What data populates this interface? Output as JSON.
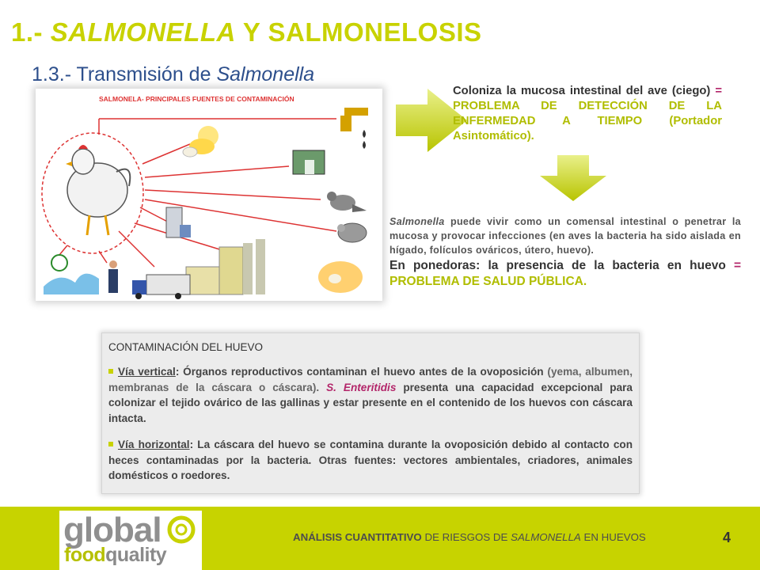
{
  "title": {
    "prefix": "1.- ",
    "emph": "SALMONELLA",
    "suffix": " Y SALMONELOSIS"
  },
  "subtitle": {
    "prefix": "1.3.- Transmisión de ",
    "emph": "Salmonella"
  },
  "diagram": {
    "heading": "SALMONELA- PRINCIPALES FUENTES DE CONTAMINACIÓN"
  },
  "colonize": {
    "part1": "Coloniza la mucosa intestinal del ave (ciego) ",
    "eq": "=",
    "part2": " PROBLEMA DE DETECCIÓN DE LA ENFERMEDAD A TIEMPO",
    "part3": " (Portador Asintomático)."
  },
  "salmonella_text": {
    "emph": "Salmonella",
    "p1": " puede vivir como un comensal intestinal o penetrar la mucosa y provocar infecciones (en aves la bacteria ha sido aislada en hígado, folículos ováricos, útero, huevo).",
    "p2a": "En ponedoras: la presencia de la bacteria en huevo ",
    "eq": "=",
    "p2b": " PROBLEMA DE SALUD PÚBLICA."
  },
  "contamination": {
    "title": "CONTAMINACIÓN DEL HUEVO",
    "vertical": {
      "label": "Vía vertical",
      "t1": ": Órganos reproductivos contaminan el huevo antes de la ovoposición ",
      "t2": "(yema, albumen, membranas de la cáscara o cáscara).",
      "species": " S. Enteritidis",
      "t3": " presenta una capacidad excepcional para colonizar el tejido ovárico de las gallinas y estar presente en el contenido de los huevos con cáscara intacta."
    },
    "horizontal": {
      "label": "Vía horizontal",
      "t1": ": La cáscara del huevo se contamina durante la ovoposición debido al contacto con heces contaminadas por la bacteria. Otras fuentes: vectores ambientales, criadores, animales domésticos o roedores."
    }
  },
  "footer": {
    "logo_global": "global",
    "logo_food": "food",
    "logo_quality": "quality",
    "text_bold": "ANÁLISIS CUANTITATIVO",
    "text_mid": " DE RIESGOS DE ",
    "text_emph": "SALMONELLA",
    "text_end": " EN HUEVOS",
    "page": "4"
  },
  "colors": {
    "lime": "#c8d200",
    "blue": "#2d4f8c",
    "pink": "#b3266a"
  }
}
